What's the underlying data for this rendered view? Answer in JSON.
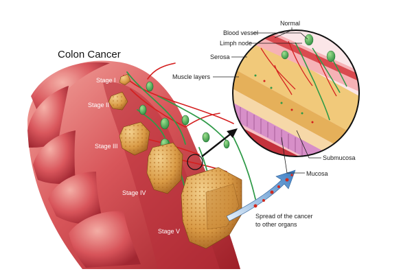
{
  "title": "Colon Cancer",
  "stages": [
    "Stage I",
    "Stage II",
    "Stage III",
    "Stage IV",
    "Stage V"
  ],
  "layer_labels": {
    "normal": "Normal",
    "blood_vessel": "Blood vessel",
    "lymph_node": "Limph node",
    "serosa": "Serosa",
    "muscle_layers": "Muscle layers",
    "submucosa": "Submucosa",
    "mucosa": "Mucosa"
  },
  "spread_label": [
    "Spread of the cancer",
    "to other organs"
  ],
  "colors": {
    "colon_dark": "#a8232b",
    "colon_mid": "#d0454c",
    "colon_light": "#f09a93",
    "tumor": "#d89a45",
    "lymph_vessel": "#2f9a48",
    "blood": "#d41f1f",
    "serosa": "#f1c97a",
    "muscle": "#e4b35a",
    "mucosa": "#d78fc8",
    "metastasis": "#3b7ec4"
  }
}
